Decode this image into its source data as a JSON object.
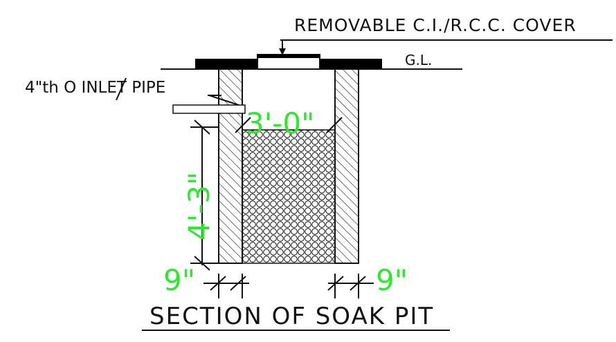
{
  "drawing": {
    "title": "SECTION OF SOAK PIT",
    "cover_label": "REMOVABLE C.I./R.C.C. COVER",
    "ground_label": "G.L.",
    "inlet_label": "4\"th O INLET PIPE",
    "dim_width": "3'-0\"",
    "dim_depth": "4'-3\"",
    "dim_wall_left": "9\"",
    "dim_wall_right": "9\"",
    "colors": {
      "line": "#111111",
      "dimension_text": "#2ee82e",
      "cover": "#000000"
    }
  }
}
